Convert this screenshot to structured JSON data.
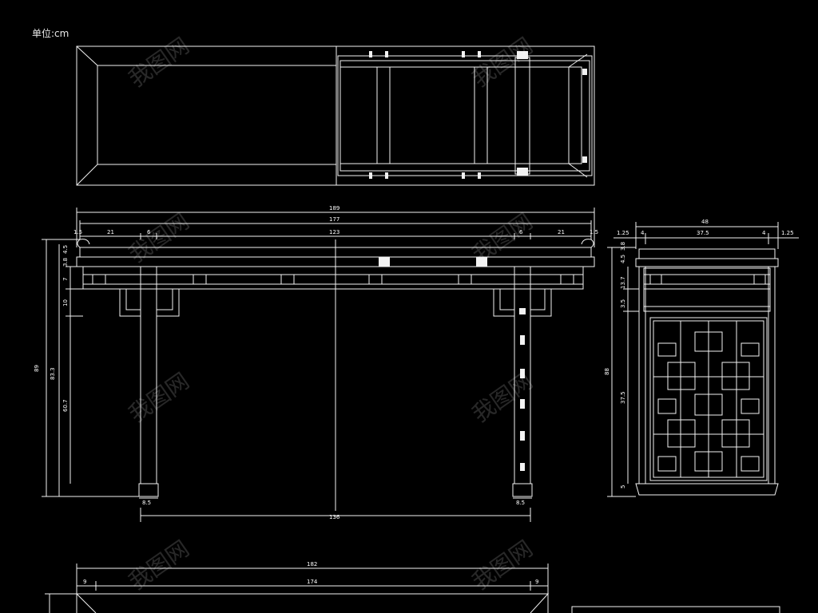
{
  "unit_label": "单位:cm",
  "watermark": "我图网",
  "front_view": {
    "dims_top": {
      "overall": "189",
      "inner": "177",
      "center": "123",
      "end_left": "21",
      "end_right": "21",
      "rail_left": "6",
      "rail_right": "6",
      "edge_left": "1.5",
      "edge_right": "1.5"
    },
    "dims_left": {
      "total": "89",
      "h1": "83.3",
      "h2": "60.7",
      "h3": "10",
      "h4": "7",
      "h5": "3.8",
      "h6": "4.5"
    },
    "dims_bottom": {
      "span": "136",
      "foot_left": "8.5",
      "foot_right": "8.5"
    }
  },
  "side_view": {
    "dims_top": {
      "overall": "48",
      "inner": "37.5",
      "edge_left": "1.25",
      "edge_right": "1.25",
      "leg_left": "4",
      "leg_right": "4"
    },
    "dims_left": {
      "total": "88",
      "h1": "37.5",
      "h2": "13.7",
      "h3": "3.5",
      "h4": "4.5",
      "h5": "3.8",
      "h6": "5"
    }
  },
  "bottom_view": {
    "dims_top": {
      "overall": "182",
      "inner": "174",
      "end_left": "9",
      "end_right": "9"
    }
  }
}
